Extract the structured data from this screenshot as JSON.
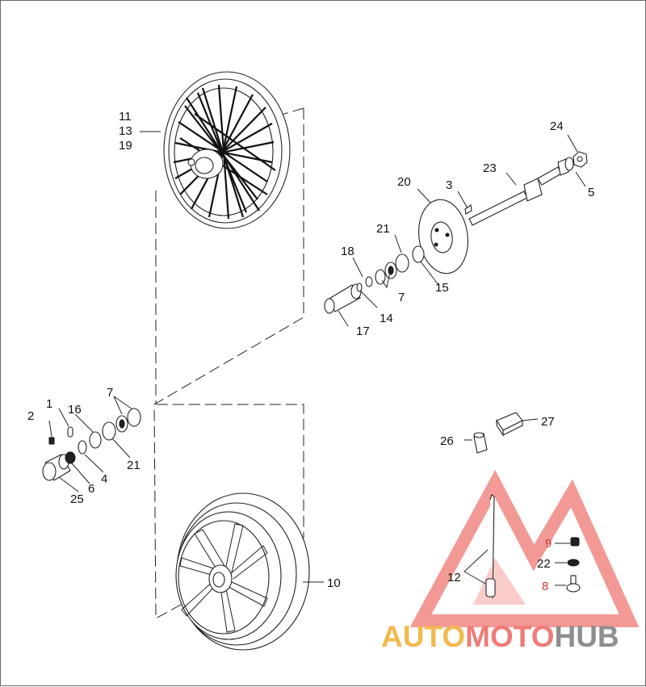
{
  "callouts": {
    "c1": "1",
    "c2": "2",
    "c3": "3",
    "c4": "4",
    "c5": "5",
    "c6": "6",
    "c7a": "7",
    "c7b": "7",
    "c8": "8",
    "c9": "9",
    "c10": "10",
    "c11": "11",
    "c12": "12",
    "c13": "13",
    "c14": "14",
    "c15": "15",
    "c16": "16",
    "c17": "17",
    "c18": "18",
    "c19": "19",
    "c20": "20",
    "c21a": "21",
    "c21b": "21",
    "c22": "22",
    "c23": "23",
    "c24": "24",
    "c25": "25",
    "c26": "26",
    "c27": "27"
  },
  "watermark": {
    "part1": "AUTO",
    "part2": "MOTO",
    "part3": "HUB",
    "color_part1": "#f2b950",
    "color_part2": "#ef7c78",
    "color_part3": "#8e8e8e",
    "triangle_color": "#e9463f"
  }
}
